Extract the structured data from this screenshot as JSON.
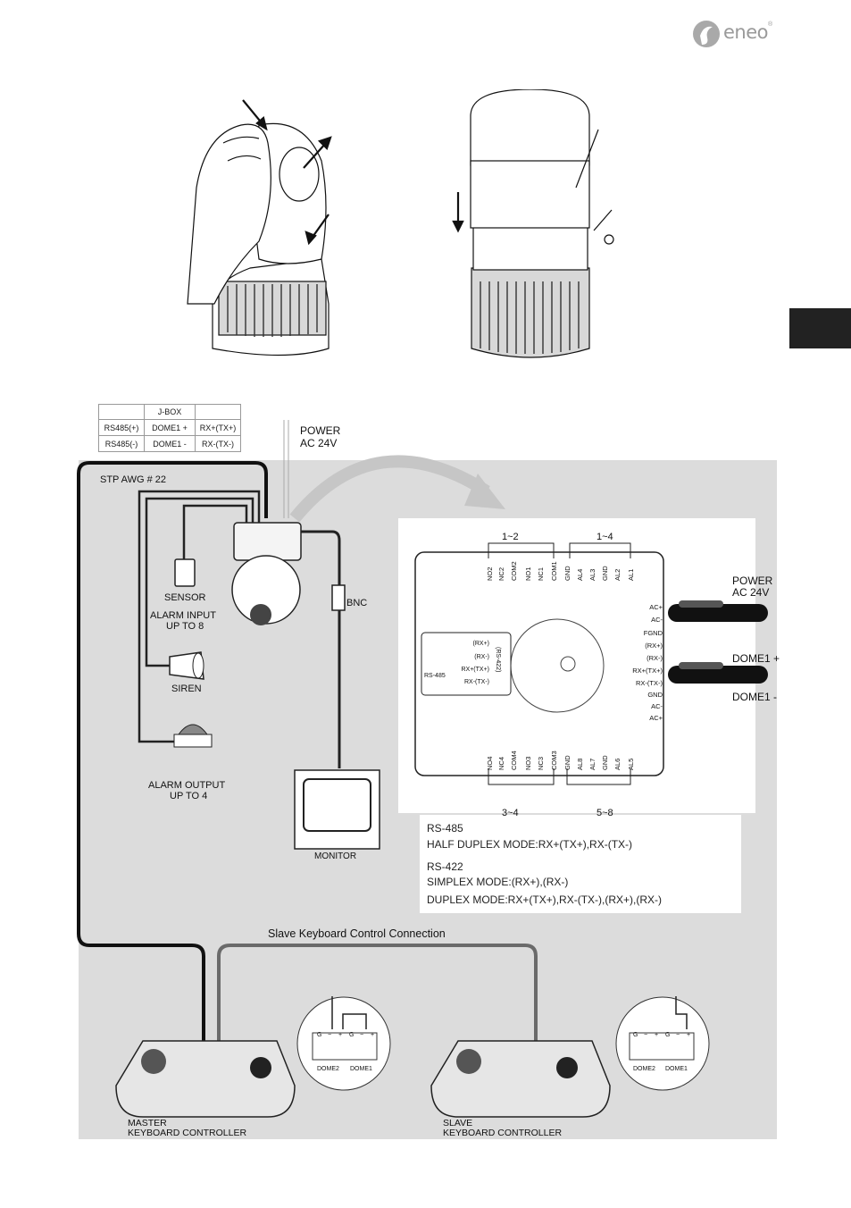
{
  "brand": {
    "name": "eneo",
    "mark": "®"
  },
  "figures": {
    "left_camera_icon": "dome-removal-hand-icon",
    "right_camera_icon": "dome-cover-icon"
  },
  "jbox_table": {
    "header": [
      "",
      "J-BOX",
      ""
    ],
    "rows": [
      [
        "RS485(+)",
        "DOME1 +",
        "RX+(TX+)"
      ],
      [
        "RS485(-)",
        "DOME1 -",
        "RX-(TX-)"
      ]
    ]
  },
  "wiring": {
    "power": [
      "POWER",
      "AC 24V"
    ],
    "cable": "STP AWG # 22",
    "bnc": "BNC",
    "sensor": "SENSOR",
    "alarm_input": [
      "ALARM INPUT",
      "UP TO 8"
    ],
    "siren": "SIREN",
    "alarm_output": [
      "ALARM OUTPUT",
      "UP TO 4"
    ],
    "monitor": "MONITOR"
  },
  "terminal_board": {
    "group_top_left": "1~2",
    "group_top_right": "1~4",
    "group_bottom_left": "3~4",
    "group_bottom_right": "5~8",
    "top_pins": [
      "NO2",
      "NC2",
      "COM2",
      "NO1",
      "NC1",
      "COM1",
      "GND",
      "AL4",
      "AL3",
      "GND",
      "AL2",
      "AL1"
    ],
    "bottom_pins": [
      "NO4",
      "NC4",
      "COM4",
      "NO3",
      "NC3",
      "COM3",
      "GND",
      "AL8",
      "AL7",
      "GND",
      "AL6",
      "AL5"
    ],
    "right_pins": [
      "AC+",
      "AC-",
      "FGND",
      "(RX+)",
      "(RX-)",
      "RX+(TX+)",
      "RX-(TX-)",
      "GND",
      "AC-",
      "AC+"
    ],
    "inset_pins": [
      "(RX+)",
      "(RX-)",
      "RX+(TX+)",
      "RX-(TX-)"
    ],
    "inset_rs485": "RS-485",
    "inset_rs422": "(RS-422)",
    "power_label": [
      "POWER",
      "AC 24V"
    ],
    "dome_plus": "DOME1 +",
    "dome_minus": "DOME1 -"
  },
  "notes": {
    "rs485_title": "RS-485",
    "rs485_line": "HALF DUPLEX MODE:RX+(TX+),RX-(TX-)",
    "rs422_title": "RS-422",
    "rs422_simplex": "SIMPLEX MODE:(RX+),(RX-)",
    "rs422_duplex": "DUPLEX MODE:RX+(TX+),RX-(TX-),(RX+),(RX-)"
  },
  "keyboards": {
    "slave_connection": "Slave Keyboard Control Connection",
    "master": [
      "MASTER",
      "KEYBOARD CONTROLLER"
    ],
    "slave": [
      "SLAVE",
      "KEYBOARD CONTROLLER"
    ],
    "connector_pins": [
      "G",
      "−",
      "+",
      "G",
      "−",
      "+"
    ],
    "dome2": "DOME2",
    "dome1": "DOME1"
  }
}
